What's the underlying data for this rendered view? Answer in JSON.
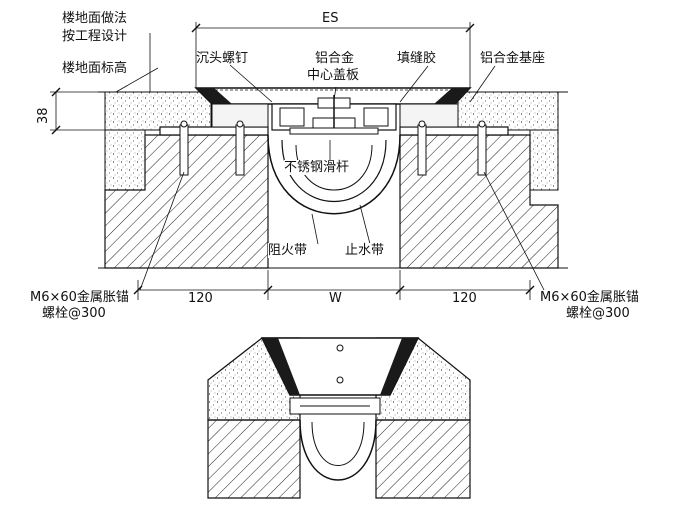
{
  "labels": {
    "floor_method_1": "楼地面做法",
    "floor_method_2": "按工程设计",
    "floor_elevation": "楼地面标高",
    "countersunk_screw": "沉头螺钉",
    "aluminum_alloy": "铝合金",
    "center_cover": "中心盖板",
    "sealant": "填缝胶",
    "aluminum_base": "铝合金基座",
    "stainless_rod": "不锈钢滑杆",
    "fire_belt": "阻火带",
    "water_stop": "止水带",
    "anchor_left_1": "M6×60金属胀锚",
    "anchor_left_2": "螺栓@300",
    "anchor_right_1": "M6×60金属胀锚",
    "anchor_right_2": "螺栓@300"
  },
  "dimensions": {
    "top": "ES",
    "height": "38",
    "left_width": "120",
    "middle": "W",
    "right_width": "120"
  },
  "colors": {
    "ink": "#111111",
    "hatch": "#222222",
    "fill_dark": "#1a1a1a",
    "fill_light": "#f4f4f4"
  }
}
